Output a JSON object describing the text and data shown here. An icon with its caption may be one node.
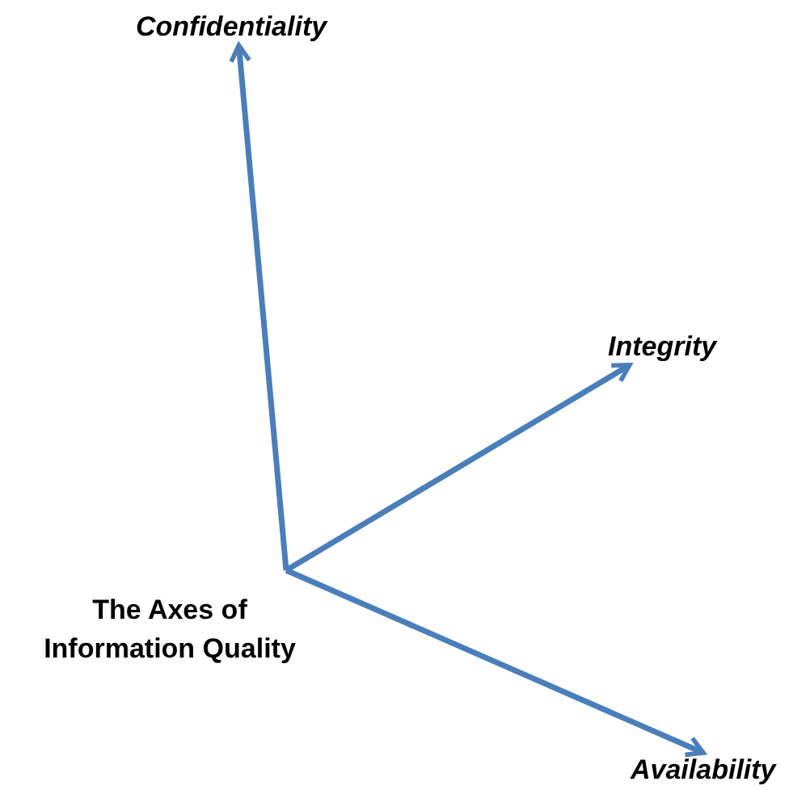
{
  "diagram": {
    "nodes": [
      {
        "text": [
          "Confidentiality"
        ]
      },
      {
        "text": [
          "Integrity"
        ]
      },
      {
        "text": [
          "Availability"
        ]
      }
    ],
    "edges": [
      {
        "from": null,
        "to": 0,
        "arrow": "to"
      },
      {
        "from": null,
        "to": 1,
        "arrow": "to"
      },
      {
        "from": null,
        "to": 2,
        "arrow": "to"
      }
    ],
    "labels": [
      "The Axes of Information Quality"
    ]
  }
}
